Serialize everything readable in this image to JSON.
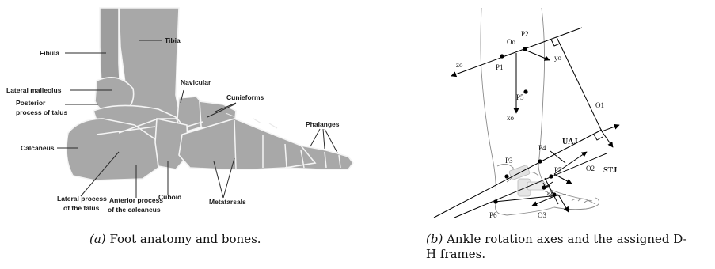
{
  "panel_a": {
    "caption_tag": "(a)",
    "caption_text": "Foot anatomy and bones.",
    "labels": {
      "fibula": "Fibula",
      "tibia": "Tibia",
      "lateral_malleolus": "Lateral malleolus",
      "posterior_process_line1": "Posterior",
      "posterior_process_line2": "process of talus",
      "navicular": "Navicular",
      "cunieforms": "Cunieforms",
      "phalanges": "Phalanges",
      "calcaneus": "Calcaneus",
      "lateral_process_line1": "Lateral process",
      "lateral_process_line2": "of the talus",
      "anterior_process_line1": "Anterior process",
      "anterior_process_line2": "of the calcaneus",
      "cuboid": "Cuboid",
      "metatarsals": "Metatarsals"
    }
  },
  "panel_b": {
    "caption_tag": "(b)",
    "caption_line1": "Ankle rotation axes and the assigned D-",
    "caption_line2": "H frames.",
    "labels": {
      "Oo": "Oo",
      "P2": "P2",
      "zo": "zo",
      "yo": "yo",
      "P1": "P1",
      "xo": "xo",
      "P5": "P5",
      "O1": "O1",
      "UAJ": "UAJ",
      "P4": "P4",
      "P3": "P3",
      "P7": "P7",
      "O2": "O2",
      "STJ": "STJ",
      "P8": "P8",
      "P6": "P6",
      "O3": "O3"
    }
  }
}
